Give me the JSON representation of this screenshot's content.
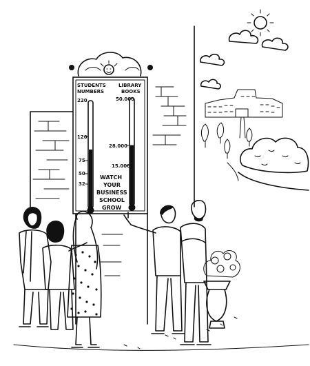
{
  "board": {
    "left_column_heading": [
      "STUDENTS",
      "NUMBERS"
    ],
    "right_column_heading": [
      "LIBRARY",
      "BOOKS"
    ],
    "left_scale": {
      "top_value": "220",
      "marks": [
        "120",
        "75",
        "50",
        "32"
      ]
    },
    "right_scale": {
      "top_value": "50.000",
      "marks": [
        "28.000",
        "15.000"
      ]
    },
    "slogan": [
      "WATCH",
      "YOUR",
      "BUSINESS",
      "SCHOOL",
      "GROW"
    ]
  },
  "gauges": {
    "students": {
      "scale_max": 220,
      "level": 120
    },
    "library_books": {
      "scale_max": 50000,
      "level": 28000
    }
  },
  "colors": {
    "ink": "#111111",
    "paper": "#ffffff"
  },
  "icons": [
    "sun-icon",
    "cloud-icon"
  ]
}
